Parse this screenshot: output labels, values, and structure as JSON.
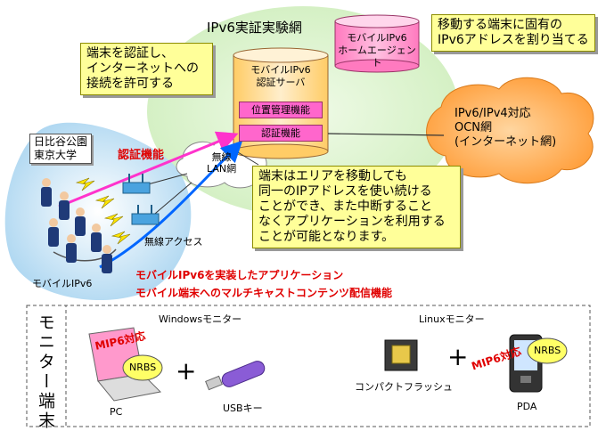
{
  "network_title": "IPv6実証実験網",
  "home_agent": "モバイルIPv6\nホームエージェント",
  "auth_server": {
    "title": "モバイルIPv6\n認証サーバ",
    "func1": "位置管理機能",
    "func2": "認証機能"
  },
  "callout_auth": "端末を認証し、\nインターネットへの\n接続を許可する",
  "callout_fixed": "移動する端末に固有の\nIPv6アドレスを割り当てる",
  "callout_move": "端末はエリアを移動しても\n同一のIPアドレスを使い続ける\nことができ、また中断すること\nなくアプリケーションを利用する\nことが可能となります。",
  "ocn": "IPv6/IPv4対応\nOCN網\n(インターネット網)",
  "park_label": "日比谷公園\n東京大学",
  "auth_label": "認証機能",
  "wlan_cloud": "無線\nLAN網",
  "wireless_access": "無線アクセス",
  "mobile_ipv6": "モバイルIPv6",
  "app_line1": "モバイルIPv6を実装したアプリケーション",
  "app_line2": "モバイル端末へのマルチキャストコンテンツ配信機能",
  "monitor": {
    "title": "モニター端末",
    "windows": "Windowsモニター",
    "linux": "Linuxモニター",
    "mip6_pc": "MIP6対応",
    "mip6_pda": "MIP6対応",
    "nrbs_pc": "NRBS",
    "nrbs_pda": "NRBS",
    "pc": "PC",
    "usb": "USBキー",
    "compactflash": "コンパクトフラッシュ",
    "pda": "PDA",
    "plus1": "+",
    "plus2": "+"
  },
  "colors": {
    "green_area": "#d9f2c6",
    "blue_area": "#c5e3f6",
    "pink_cylinder": "#ff99cc",
    "orange_cloud": "#ffa64d",
    "yellow_callout": "#ffff99",
    "red_text": "#e00000"
  }
}
